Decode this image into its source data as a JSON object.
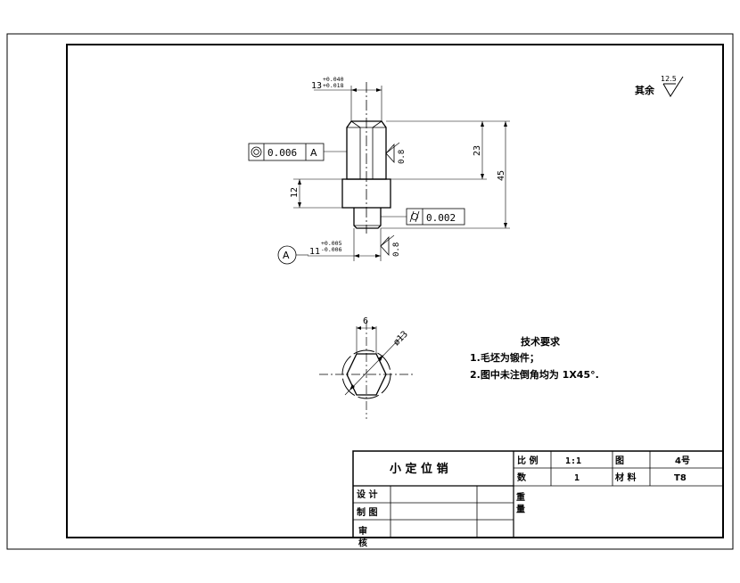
{
  "roughness": {
    "label": "其余",
    "value": "12.5"
  },
  "dims": {
    "top_width": "13",
    "top_width_tol_upper": "+0.040",
    "top_width_tol_lower": "+0.018",
    "upper_length": "23",
    "total_length": "45",
    "collar_height": "12",
    "bottom_width": "11",
    "bottom_width_tol_upper": "+0.005",
    "bottom_width_tol_lower": "-0.006",
    "flat_width": "6",
    "diameter": "ø13"
  },
  "tolerances": {
    "concentricity_value": "0.006",
    "concentricity_datum": "A",
    "cylindricity_value": "0.002"
  },
  "surface_finish": {
    "upper": "0.8",
    "lower": "0.8"
  },
  "datum_label": "A",
  "tech_requirements": {
    "title": "技术要求",
    "item1": "1.毛坯为锻件；",
    "item2": "2.图中未注倒角均为 1X45°."
  },
  "title_block": {
    "part_name": "小 定 位 销",
    "scale_label": "比 例",
    "scale_value": "1:1",
    "drawing_label": "图",
    "drawing_no": "4号",
    "qty_label": "数",
    "qty_value": "1",
    "material_label": "材 料",
    "material_value": "T8",
    "weight_label": "重 量",
    "design_label": "设 计",
    "draw_label": "制 图",
    "review_label": "审 核"
  }
}
